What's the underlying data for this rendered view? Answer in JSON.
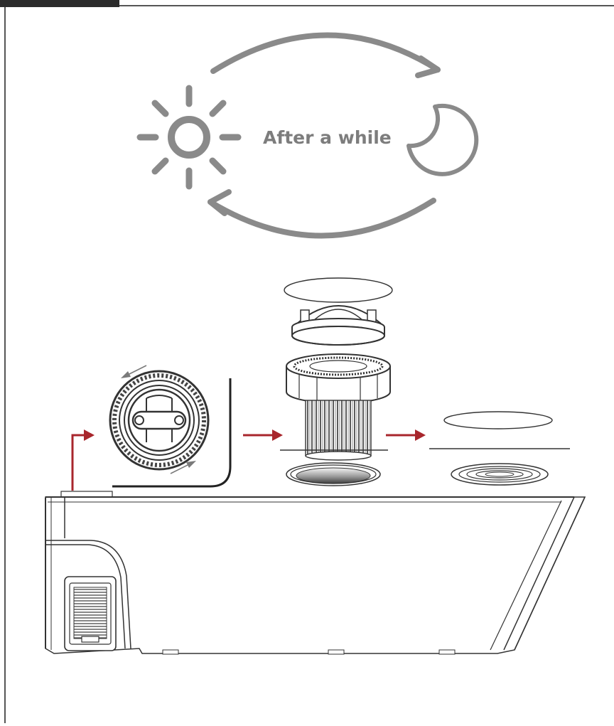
{
  "caption": "After a while",
  "colors": {
    "cycle_gray": "#8a8a8a",
    "caption_gray": "#7d7d7d",
    "arrow_red": "#a8262c",
    "line_dark": "#333333",
    "frame": "#555555",
    "tab": "#2b2b2b"
  },
  "icons": [
    "sun-icon",
    "moon-icon",
    "cycle-arrow-top",
    "cycle-arrow-bottom",
    "step-arrow-icon",
    "rotate-arrow-icon"
  ]
}
